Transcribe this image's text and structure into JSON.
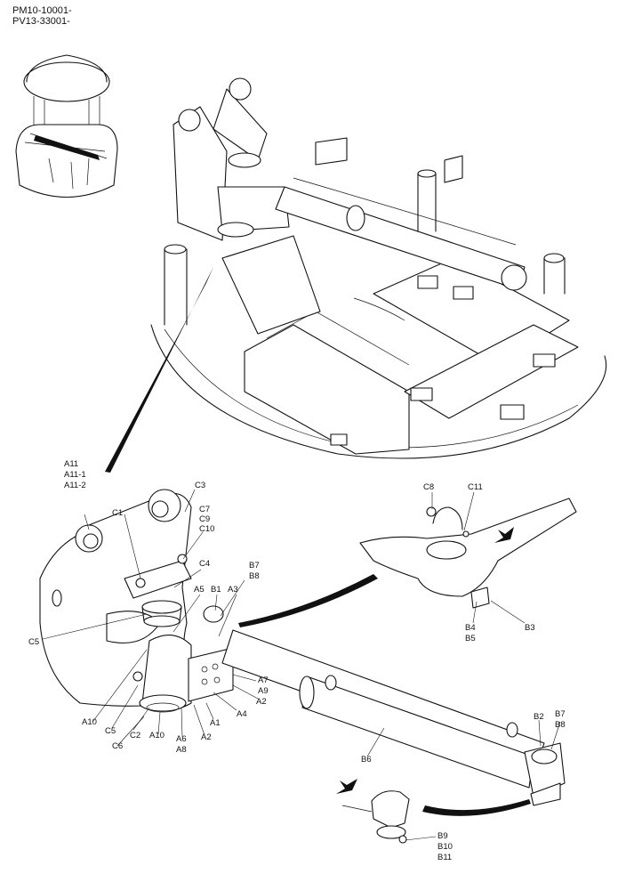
{
  "header": {
    "serials": [
      "PM10-10001-",
      "PV13-33001-"
    ]
  },
  "icons": {
    "inset": "operator-seat-thumbnail",
    "arrow": "direction-arrow-icon"
  },
  "labels": {
    "a11": "A11",
    "a11_1": "A11-1",
    "a11_2": "A11-2",
    "c3": "C3",
    "c1": "C1",
    "c7": "C7",
    "c9": "C9",
    "c10": "C10",
    "c4": "C4",
    "b7_top": "B7",
    "b8_top": "B8",
    "a5": "A5",
    "b1": "B1",
    "a3": "A3",
    "c5_left": "C5",
    "a7": "A7",
    "a9": "A9",
    "a2_right": "A2",
    "a4": "A4",
    "a1": "A1",
    "a10_left": "A10",
    "c5_bottom": "C5",
    "c2": "C2",
    "a10_bottom": "A10",
    "c6": "C6",
    "a6": "A6",
    "a8": "A8",
    "a2_bottom": "A2",
    "c8": "C8",
    "c11": "C11",
    "b4": "B4",
    "b5": "B5",
    "b3": "B3",
    "b6": "B6",
    "b2": "B2",
    "b7_bottom": "B7",
    "b8_bottom": "B8",
    "b9": "B9",
    "b10": "B10",
    "b11": "B11"
  }
}
